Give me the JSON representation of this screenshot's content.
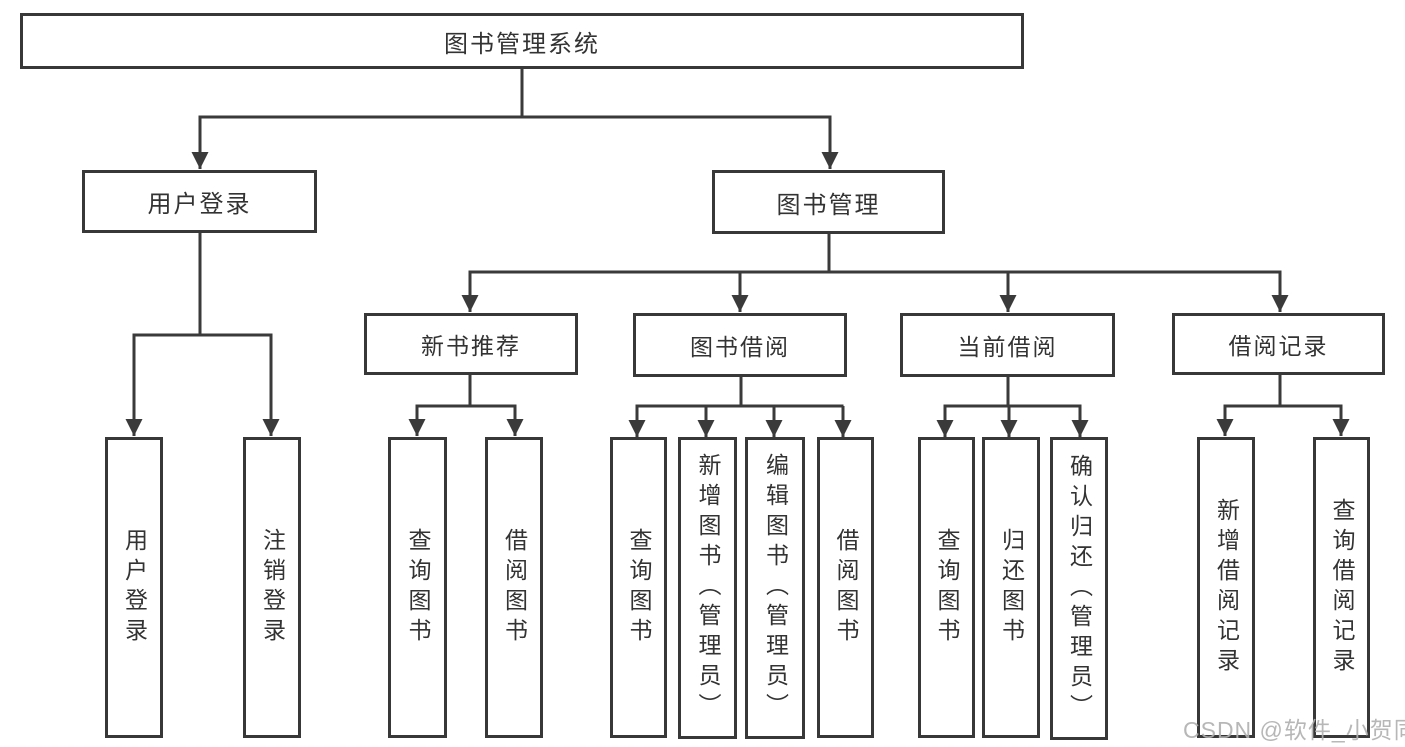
{
  "tree": {
    "root": {
      "label": "图书管理系统"
    },
    "children": [
      {
        "label": "用户登录",
        "children": [
          {
            "label": "用户登录"
          },
          {
            "label": "注销登录"
          }
        ]
      },
      {
        "label": "图书管理",
        "children": [
          {
            "label": "新书推荐",
            "children": [
              {
                "label": "查询图书"
              },
              {
                "label": "借阅图书"
              }
            ]
          },
          {
            "label": "图书借阅",
            "children": [
              {
                "label": "查询图书"
              },
              {
                "label": "新增图书（管理员）"
              },
              {
                "label": "编辑图书（管理员）"
              },
              {
                "label": "借阅图书"
              }
            ]
          },
          {
            "label": "当前借阅",
            "children": [
              {
                "label": "查询图书"
              },
              {
                "label": "归还图书"
              },
              {
                "label": "确认归还（管理员）"
              }
            ]
          },
          {
            "label": "借阅记录",
            "children": [
              {
                "label": "新增借阅记录"
              },
              {
                "label": "查询借阅记录"
              }
            ]
          }
        ]
      }
    ]
  },
  "watermark": {
    "text": "CSDN @软件_小贺同学",
    "color": "#b0b0b0"
  },
  "colors": {
    "line": "#3a3a3a",
    "border": "#383838",
    "text": "#333333",
    "background": "#ffffff"
  }
}
